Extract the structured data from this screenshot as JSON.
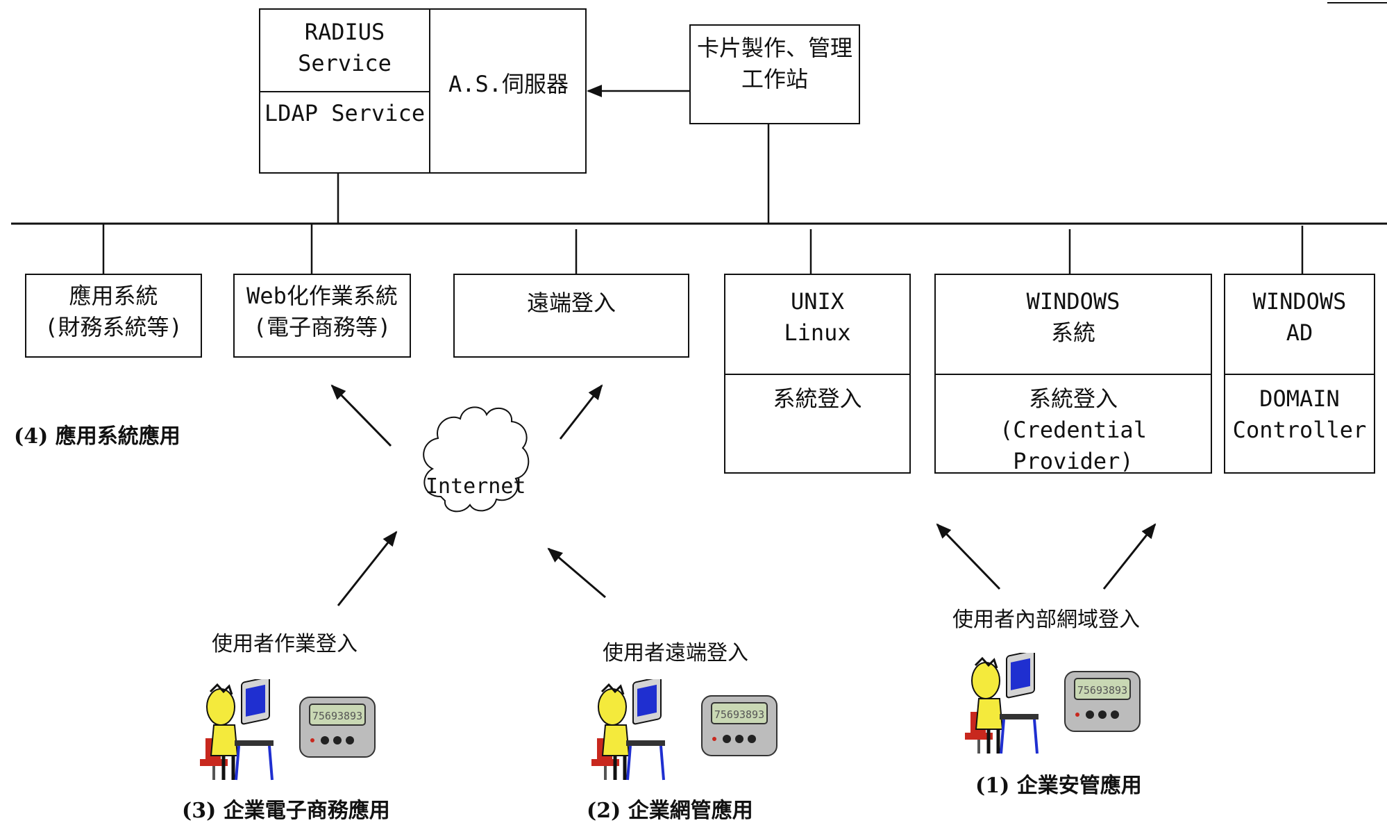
{
  "auth_server": {
    "radius": "RADIUS Service",
    "ldap": "LDAP Service",
    "as_server": "A.S.伺服器"
  },
  "card_station": {
    "line1": "卡片製作、管理",
    "line2": "工作站"
  },
  "systems": {
    "app": {
      "line1": "應用系統",
      "line2": "(財務系統等)"
    },
    "web": {
      "line1": "Web化作業系統",
      "line2": "(電子商務等)"
    },
    "remote": {
      "line1": "遠端登入"
    },
    "unix": {
      "line1": "UNIX",
      "line2": "Linux",
      "login": "系統登入"
    },
    "windows": {
      "line1": "WINDOWS",
      "line2": "系統",
      "login1": "系統登入",
      "login2": "(Credential Provider)"
    },
    "windows_ad": {
      "line1": "WINDOWS",
      "line2": "AD",
      "dc1": "DOMAIN",
      "dc2": "Controller"
    }
  },
  "cloud_label": "Internet",
  "captions": {
    "app_usage": "(4) 應用系統應用",
    "user_work_login": "使用者作業登入",
    "user_remote_login": "使用者遠端登入",
    "user_domain_login": "使用者內部網域登入",
    "ecommerce": "(3) 企業電子商務應用",
    "netmgmt": "(2) 企業網管應用",
    "security": "(1) 企業安管應用"
  },
  "token_display": "75693893",
  "colors": {
    "line": "#111111",
    "skin": "#f4ea3c",
    "monitor_screen": "#1f2fd0",
    "chair": "#c8281e",
    "token_body": "#bcbcbc",
    "token_screen": "#c9d8b4"
  }
}
